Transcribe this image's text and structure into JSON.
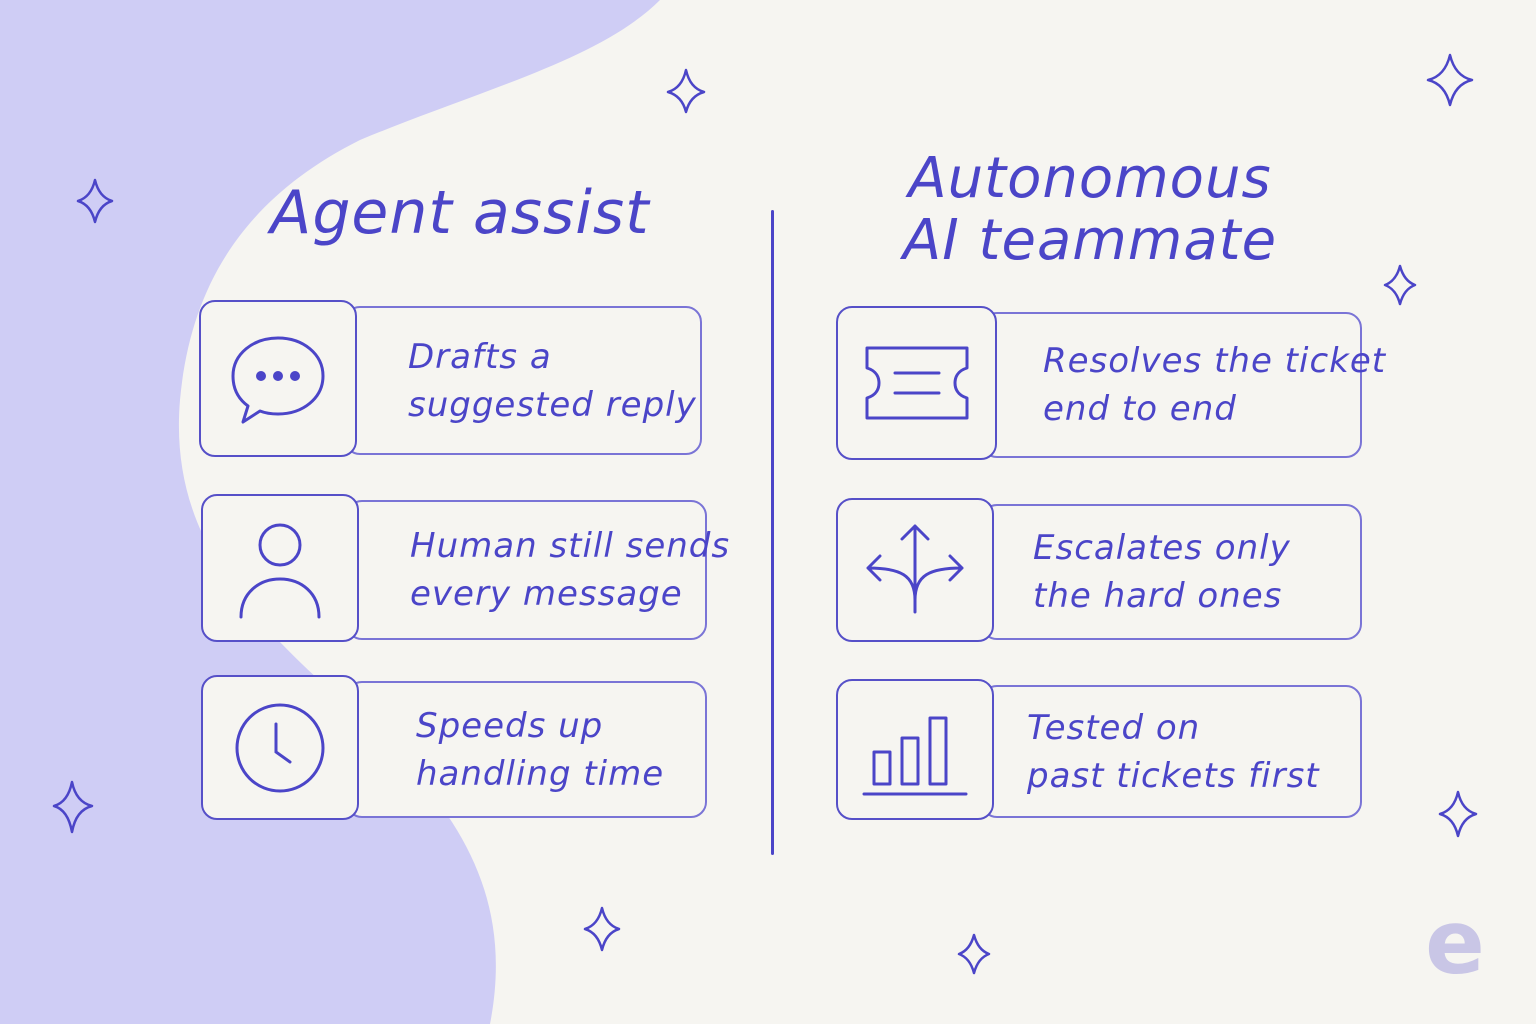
{
  "colors": {
    "background": "#f6f5f1",
    "blob": "#cfcdf5",
    "accent": "#4b45c8",
    "card_border": "#7a74d6",
    "logo": "#c9c6e6"
  },
  "left": {
    "heading": "Agent assist",
    "cards": [
      {
        "icon": "chat-bubble-icon",
        "lines": [
          "Drafts a",
          "suggested reply"
        ]
      },
      {
        "icon": "person-icon",
        "lines": [
          "Human still sends",
          "every message"
        ]
      },
      {
        "icon": "clock-icon",
        "lines": [
          "Speeds up",
          "handling time"
        ]
      }
    ]
  },
  "right": {
    "heading_lines": [
      "Autonomous",
      "AI teammate"
    ],
    "cards": [
      {
        "icon": "ticket-icon",
        "lines": [
          "Resolves the ticket",
          "end to end"
        ]
      },
      {
        "icon": "split-arrows-icon",
        "lines": [
          "Escalates only",
          "the hard ones"
        ]
      },
      {
        "icon": "bar-chart-icon",
        "lines": [
          "Tested on",
          "past tickets first"
        ]
      }
    ]
  },
  "logo": {
    "letter": "e",
    "icon": "logo-e-icon"
  }
}
